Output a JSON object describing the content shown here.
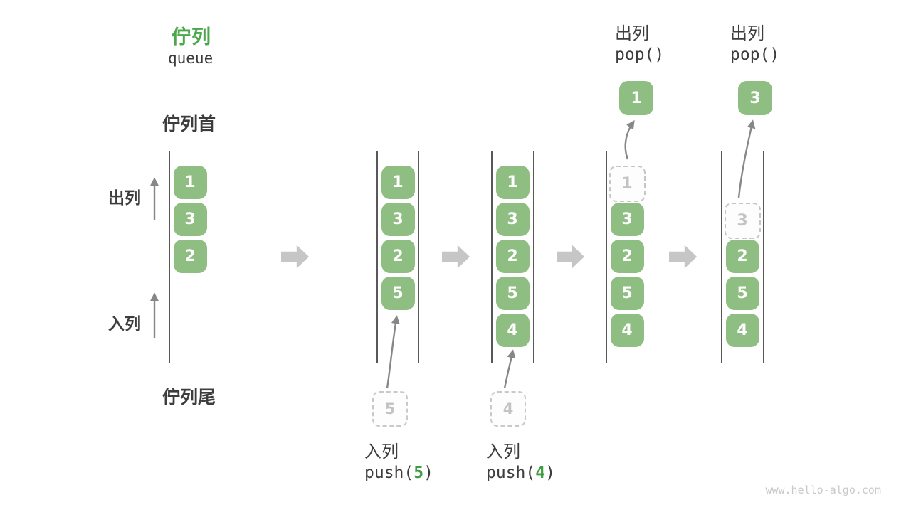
{
  "title": {
    "zh": "佇列",
    "en": "queue"
  },
  "side_labels": {
    "front": "佇列首",
    "rear": "佇列尾",
    "dequeue": "出列",
    "enqueue": "入列"
  },
  "columns": [
    {
      "cells": [
        {
          "value": "1",
          "slot": 0,
          "style": "solid"
        },
        {
          "value": "3",
          "slot": 1,
          "style": "solid"
        },
        {
          "value": "2",
          "slot": 2,
          "style": "solid"
        }
      ]
    },
    {
      "cells": [
        {
          "value": "1",
          "slot": 0,
          "style": "solid"
        },
        {
          "value": "3",
          "slot": 1,
          "style": "solid"
        },
        {
          "value": "2",
          "slot": 2,
          "style": "solid"
        },
        {
          "value": "5",
          "slot": 3,
          "style": "solid"
        }
      ]
    },
    {
      "cells": [
        {
          "value": "1",
          "slot": 0,
          "style": "solid"
        },
        {
          "value": "3",
          "slot": 1,
          "style": "solid"
        },
        {
          "value": "2",
          "slot": 2,
          "style": "solid"
        },
        {
          "value": "5",
          "slot": 3,
          "style": "solid"
        },
        {
          "value": "4",
          "slot": 4,
          "style": "solid"
        }
      ]
    },
    {
      "cells": [
        {
          "value": "1",
          "slot": 0,
          "style": "ghost"
        },
        {
          "value": "3",
          "slot": 1,
          "style": "solid"
        },
        {
          "value": "2",
          "slot": 2,
          "style": "solid"
        },
        {
          "value": "5",
          "slot": 3,
          "style": "solid"
        },
        {
          "value": "4",
          "slot": 4,
          "style": "solid"
        }
      ]
    },
    {
      "cells": [
        {
          "value": "3",
          "slot": 1,
          "style": "ghost"
        },
        {
          "value": "2",
          "slot": 2,
          "style": "solid"
        },
        {
          "value": "5",
          "slot": 3,
          "style": "solid"
        },
        {
          "value": "4",
          "slot": 4,
          "style": "solid"
        }
      ]
    }
  ],
  "push_ops": [
    {
      "ghost_value": "5",
      "action": "入列",
      "fn_open": "push(",
      "arg": "5",
      "fn_close": ")"
    },
    {
      "ghost_value": "4",
      "action": "入列",
      "fn_open": "push(",
      "arg": "4",
      "fn_close": ")"
    }
  ],
  "pop_ops": [
    {
      "action": "出列",
      "fn": "pop()",
      "value": "1"
    },
    {
      "action": "出列",
      "fn": "pop()",
      "value": "3"
    }
  ],
  "watermark": "www.hello-algo.com",
  "colors": {
    "box_green": "#8FBE82",
    "title_green": "#4BA74B",
    "arg_green": "#3E9D40",
    "block_arrow_gray": "#c6c6c6",
    "thin_arrow_gray": "#878787"
  }
}
